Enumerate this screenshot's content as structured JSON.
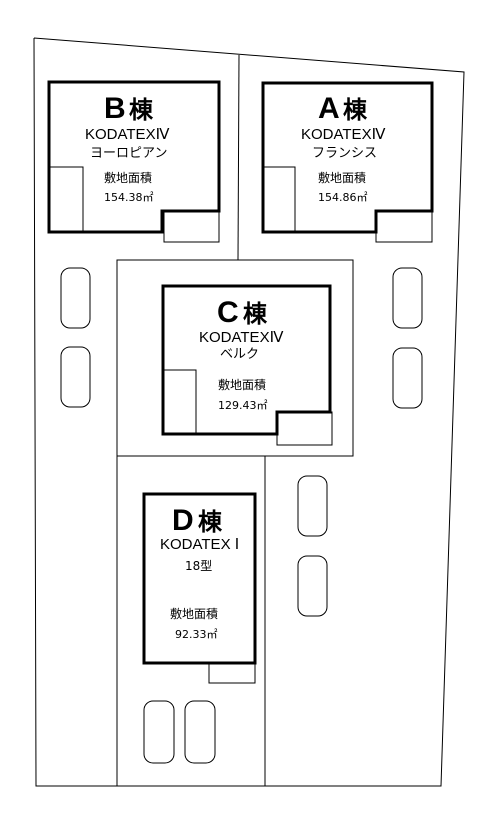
{
  "site_plan": {
    "lots": [
      {
        "id": "B",
        "title_letter": "B",
        "title_suffix": "棟",
        "model": "KODATEXⅣ",
        "sub": "ヨーロピアン",
        "area_label": "敷地面積",
        "area_value": "154.38㎡"
      },
      {
        "id": "A",
        "title_letter": "A",
        "title_suffix": "棟",
        "model": "KODATEXⅣ",
        "sub": "フランシス",
        "area_label": "敷地面積",
        "area_value": "154.86㎡"
      },
      {
        "id": "C",
        "title_letter": "C",
        "title_suffix": "棟",
        "model": "KODATEXⅣ",
        "sub": "ベルク",
        "area_label": "敷地面積",
        "area_value": "129.43㎡"
      },
      {
        "id": "D",
        "title_letter": "D",
        "title_suffix": "棟",
        "model": "KODATEX Ⅰ",
        "sub": "18型",
        "area_label": "敷地面積",
        "area_value": "92.33㎡"
      }
    ]
  }
}
